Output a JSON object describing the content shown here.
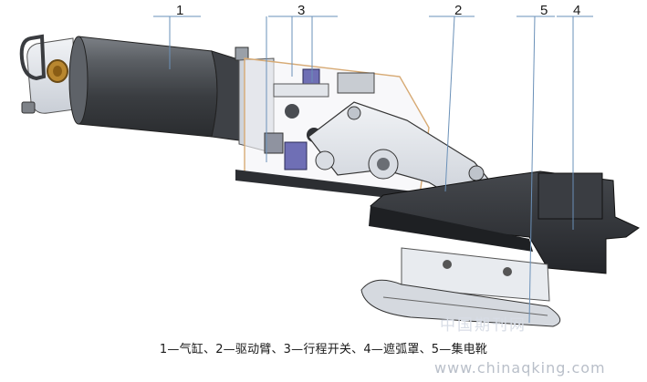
{
  "callouts": [
    {
      "id": "1",
      "label": "1"
    },
    {
      "id": "2",
      "label": "2"
    },
    {
      "id": "3",
      "label": "3"
    },
    {
      "id": "4",
      "label": "4"
    },
    {
      "id": "5",
      "label": "5"
    }
  ],
  "caption": "1—气缸、2—驱动臂、3—行程开关、4—遮弧罩、5—集电靴",
  "watermark": {
    "cn": "中国期刊网",
    "url": "www.chinaqking.com"
  },
  "colors": {
    "cylinder": "#4a4d52",
    "arm": "#e9ecf0",
    "shield": "#2e3034",
    "switch": "#6f6fb5",
    "frame": "#d7aa74",
    "leader": "#6a90b8"
  }
}
